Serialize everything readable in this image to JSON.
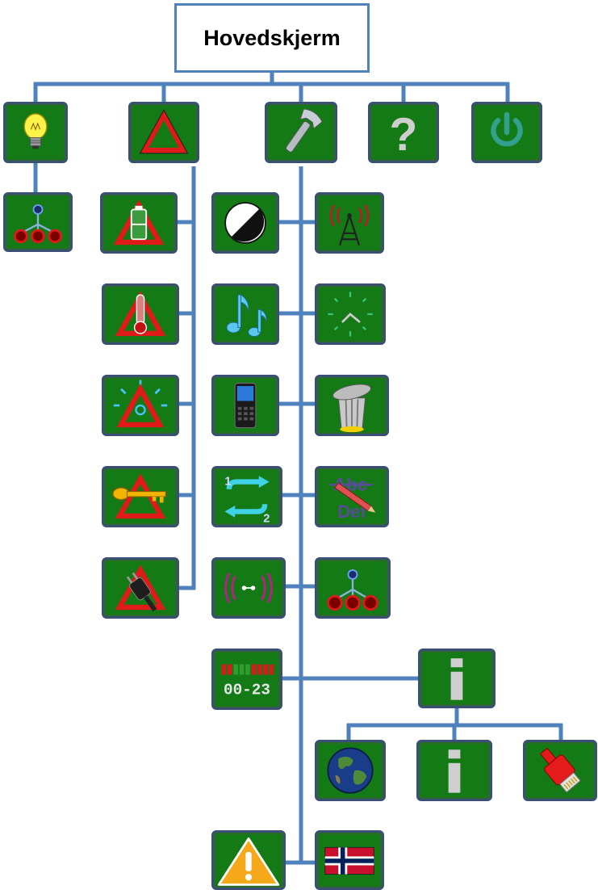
{
  "root": {
    "title": "Hovedskjerm"
  },
  "colors": {
    "connector": "#4f81bd",
    "tile_bg": "#137a16",
    "tile_border": "#3a4f74",
    "warning_red": "#d21c1c"
  },
  "top_menu": [
    {
      "id": "light",
      "icon": "lightbulb-icon"
    },
    {
      "id": "alarm",
      "icon": "warning-triangle-icon"
    },
    {
      "id": "settings",
      "icon": "wrench-icon"
    },
    {
      "id": "help",
      "icon": "question-icon"
    },
    {
      "id": "power",
      "icon": "power-icon"
    }
  ],
  "light_submenu": [
    {
      "icon": "network-tree-icon"
    }
  ],
  "alarm_submenu": [
    {
      "icon": "alarm-battery-icon"
    },
    {
      "icon": "alarm-temperature-icon"
    },
    {
      "icon": "alarm-flash-icon"
    },
    {
      "icon": "alarm-key-icon"
    },
    {
      "icon": "alarm-plug-icon"
    }
  ],
  "settings_submenu_left": [
    {
      "icon": "contrast-icon"
    },
    {
      "icon": "music-icon"
    },
    {
      "icon": "mobile-phone-icon"
    },
    {
      "icon": "cycle-icon"
    },
    {
      "icon": "vibration-icon"
    },
    {
      "icon": "schedule-icon"
    },
    {
      "icon": "warning-icon"
    }
  ],
  "settings_submenu_right": [
    {
      "icon": "antenna-icon"
    },
    {
      "icon": "clock-icon"
    },
    {
      "icon": "trash-icon"
    },
    {
      "icon": "text-edit-icon"
    },
    {
      "icon": "network-tree-icon"
    },
    {
      "icon": "info-icon"
    },
    {
      "icon": "norway-flag-icon"
    }
  ],
  "info_submenu": [
    {
      "icon": "globe-icon"
    },
    {
      "icon": "info-icon"
    },
    {
      "icon": "ethernet-cable-icon"
    }
  ],
  "tile_text": {
    "schedule": "00-23",
    "text_edit_top": "Abc",
    "text_edit_bottom": "Def"
  }
}
